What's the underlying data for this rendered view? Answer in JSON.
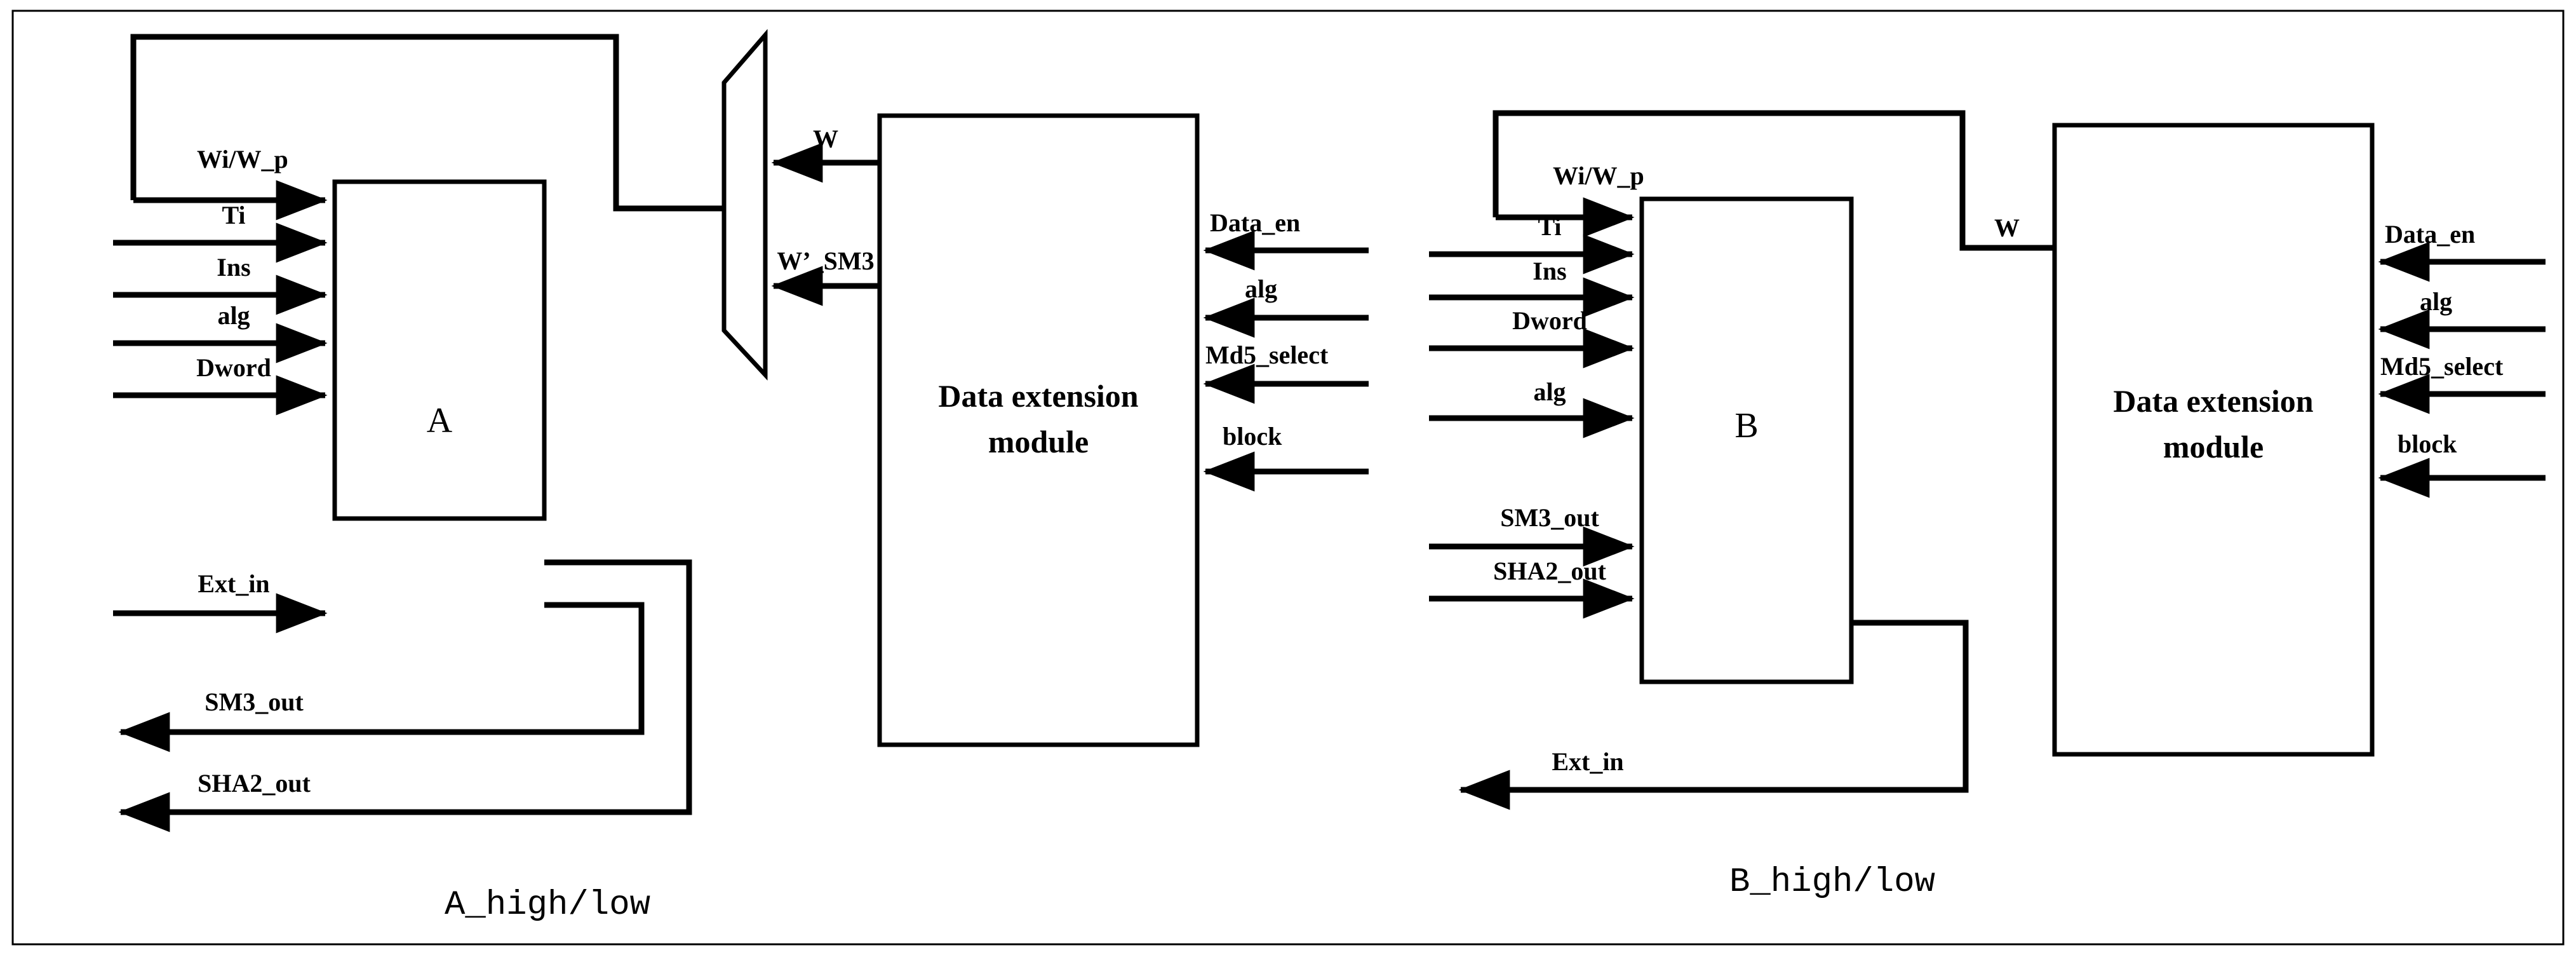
{
  "figure": {
    "background": "#ffffff",
    "line_color": "#000000"
  },
  "panels": [
    {
      "caption": "A_high/low",
      "core_block": {
        "label": "A"
      },
      "ext_block": {
        "label_line1": "Data extension",
        "label_line2": "module"
      },
      "mux": {
        "name": "multiplexer"
      },
      "core_inputs": [
        "Wi/W_p",
        "Ti",
        "Ins",
        "alg",
        "Dword"
      ],
      "core_extra_input": "Ext_in",
      "core_outputs": [
        "SM3_out",
        "SHA2_out"
      ],
      "mux_inputs": [
        "W",
        "W’_SM3"
      ],
      "ext_inputs": [
        "Data_en",
        "alg",
        "Md5_select",
        "block"
      ]
    },
    {
      "caption": "B_high/low",
      "core_block": {
        "label": "B"
      },
      "ext_block": {
        "label_line1": "Data extension",
        "label_line2": "module"
      },
      "core_inputs": [
        "Wi/W_p",
        "Ti",
        "Ins",
        "Dword",
        "alg"
      ],
      "core_extra_inputs": [
        "SM3_out",
        "SHA2_out"
      ],
      "core_outputs": [
        "Ext_in"
      ],
      "feedback_label": "W",
      "ext_inputs": [
        "Data_en",
        "alg",
        "Md5_select",
        "block"
      ]
    }
  ]
}
